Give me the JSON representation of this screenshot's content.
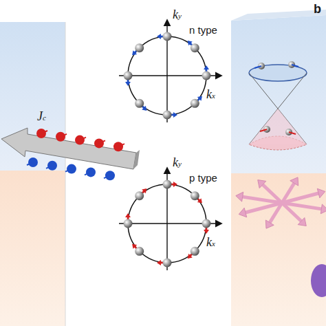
{
  "diagram": {
    "labels": [
      "ky",
      "n type",
      "kx",
      "Jc",
      "ky",
      "p type",
      "kx",
      "b"
    ]
  }
}
